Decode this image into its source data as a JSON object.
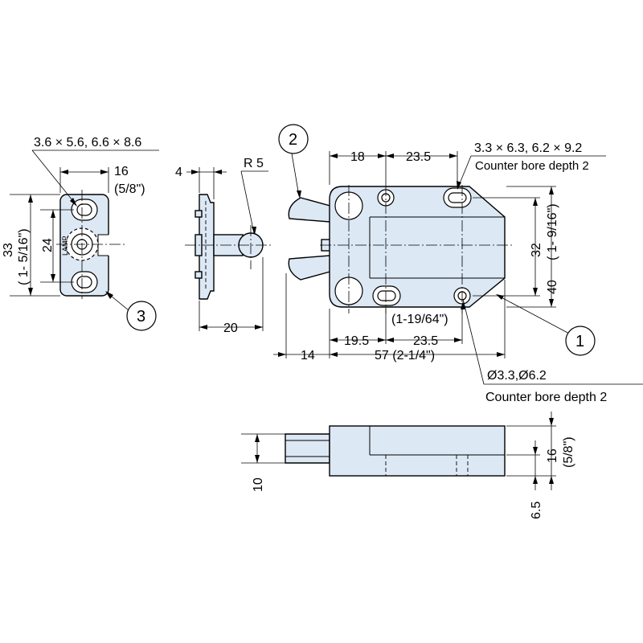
{
  "colors": {
    "part_fill": "#dde8f5",
    "line": "#000000",
    "background": "#ffffff"
  },
  "callouts": {
    "c1": "1",
    "c2": "2",
    "c3": "3"
  },
  "left_view": {
    "holes_note": "3.6 × 5.6, 6.6 × 8.6",
    "width_mm": "16",
    "width_in": "(5/8\")",
    "height_mm": "33",
    "height_in": "( 1- 5/16\")",
    "pitch": "24"
  },
  "side_view": {
    "thickness": "4",
    "radius": "R 5",
    "length": "20"
  },
  "top_view": {
    "dim_18": "18",
    "dim_23_5_top": "23.5",
    "slot_note": "3.3 × 6.3, 6.2 × 9.2",
    "slot_counterbore": "Counter bore depth 2",
    "dim_32_mm": "32",
    "dim_32_in": "( 1- 9/16\")",
    "dim_40": "40",
    "dim_19_5": "19.5",
    "dim_23_5_bottom": "23.5",
    "dim_1_19_64": "(1-19/64\")",
    "dim_14": "14",
    "dim_57": "57 (2-1/4\")",
    "hole_note": "Ø3.3,Ø6.2",
    "hole_counterbore": "Counter bore depth 2"
  },
  "front_view": {
    "dim_10": "10",
    "dim_16_mm": "16",
    "dim_16_in": "(5/8\")",
    "dim_6_5": "6.5"
  }
}
